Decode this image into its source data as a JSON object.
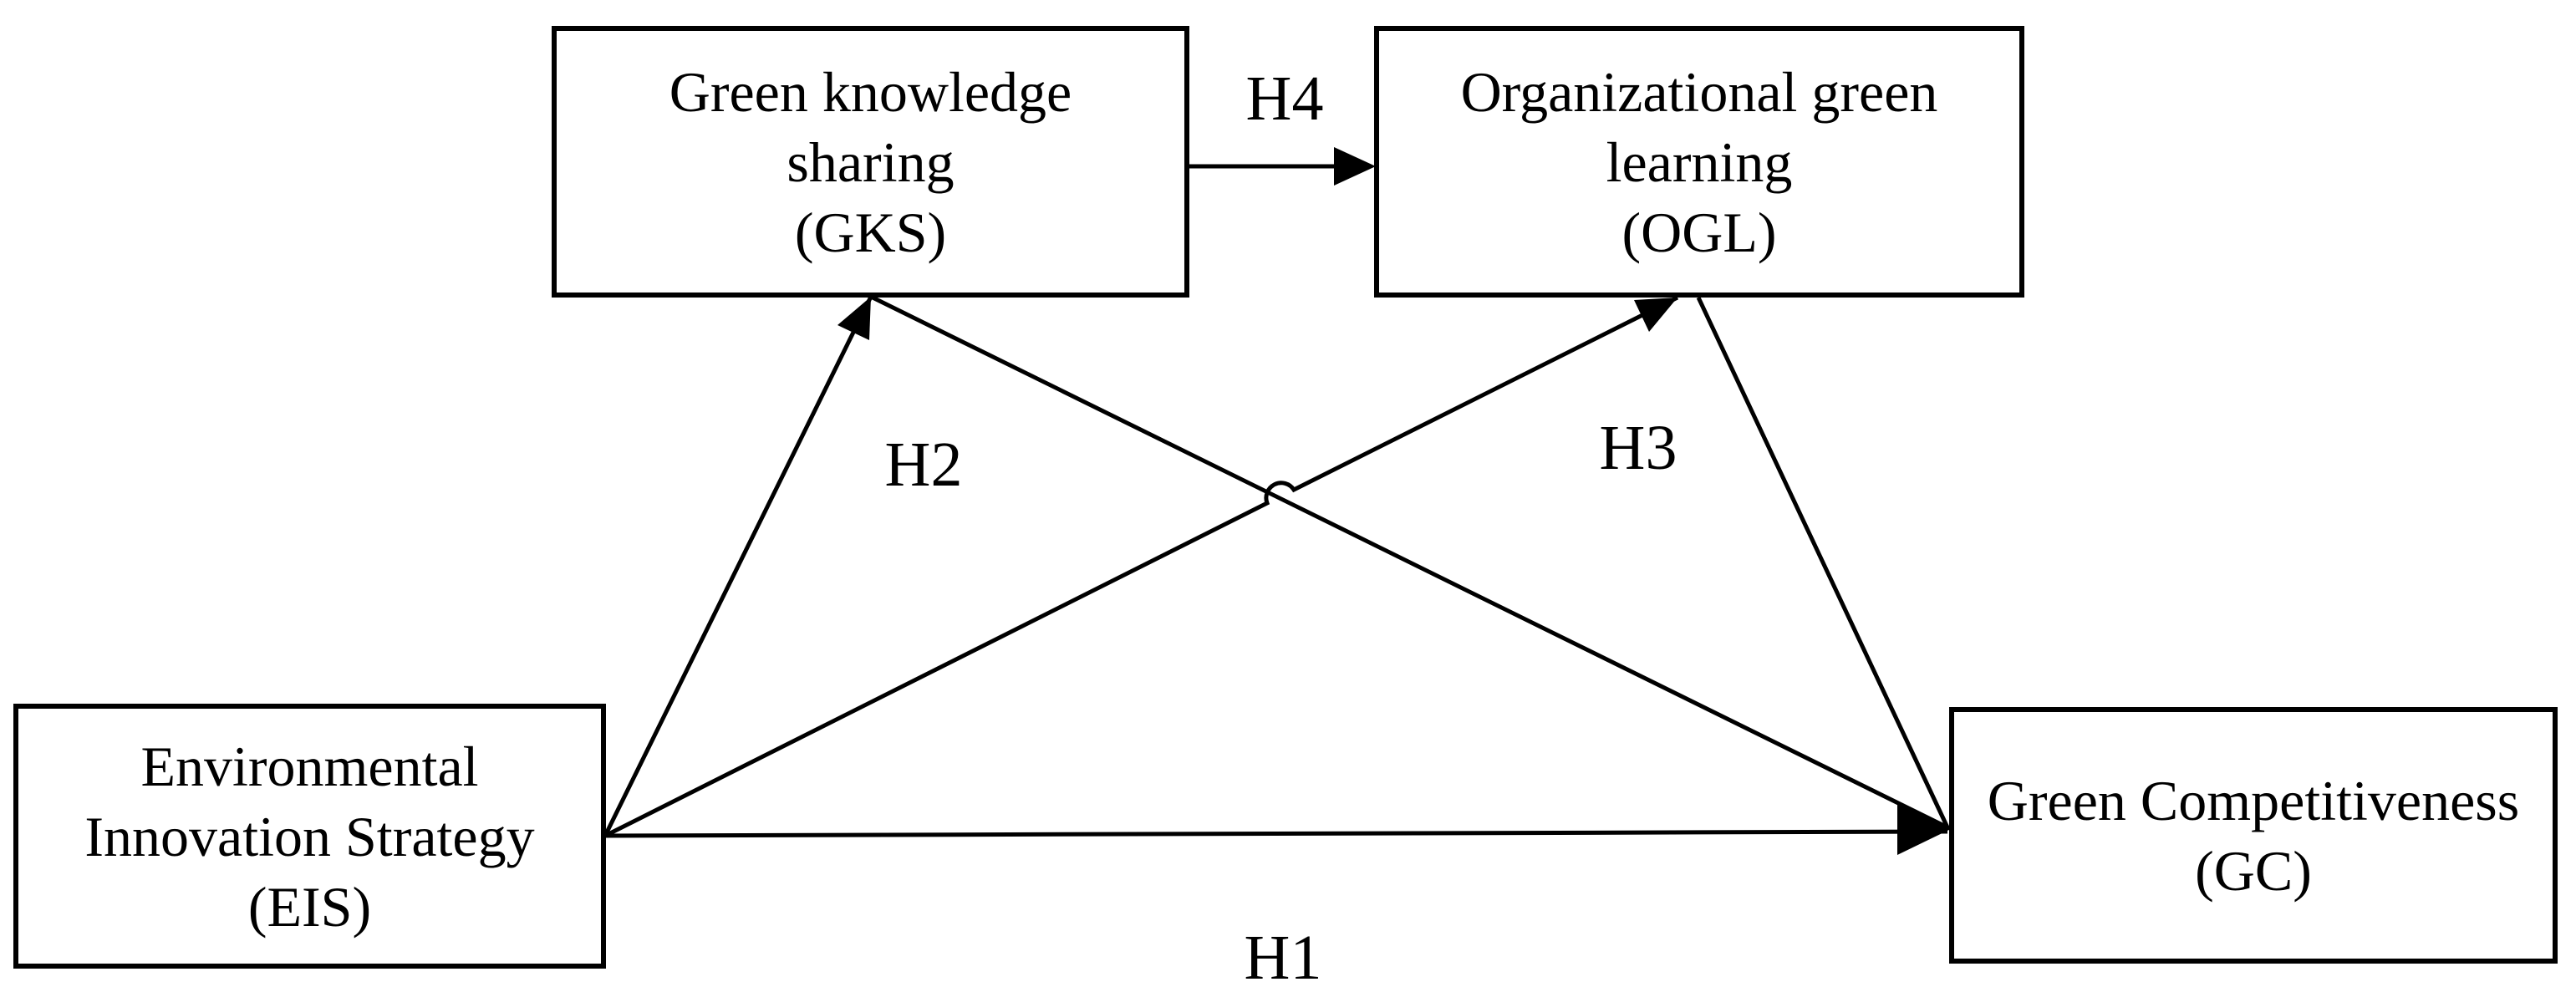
{
  "diagram": {
    "boxes": {
      "gks": {
        "lines": [
          "Green knowledge",
          "sharing",
          "(GKS)"
        ]
      },
      "ogl": {
        "lines": [
          "Organizational green",
          "learning",
          "(OGL)"
        ]
      },
      "eis": {
        "lines": [
          "Environmental",
          "Innovation Strategy",
          "(EIS)"
        ]
      },
      "gc": {
        "lines": [
          "Green Competitiveness",
          "(GC)"
        ]
      }
    },
    "hypothesis_labels": {
      "h1": "H1",
      "h2": "H2",
      "h3": "H3",
      "h4": "H4"
    },
    "arrows": [
      {
        "from": "EIS",
        "to": "GC",
        "label": "H1",
        "type": "straight-horizontal"
      },
      {
        "from": "EIS",
        "to": "GKS",
        "label": "H2",
        "type": "diagonal"
      },
      {
        "from": "OGL",
        "to": "GC",
        "label": "H3",
        "type": "diagonal"
      },
      {
        "from": "GKS",
        "to": "OGL",
        "label": "H4",
        "type": "straight-horizontal"
      },
      {
        "from": "EIS",
        "to": "OGL",
        "label": "",
        "type": "diagonal-with-hop"
      },
      {
        "from": "GKS",
        "to": "GC",
        "label": "",
        "type": "diagonal"
      }
    ],
    "colors": {
      "ink": "#000000",
      "background": "#ffffff"
    }
  }
}
